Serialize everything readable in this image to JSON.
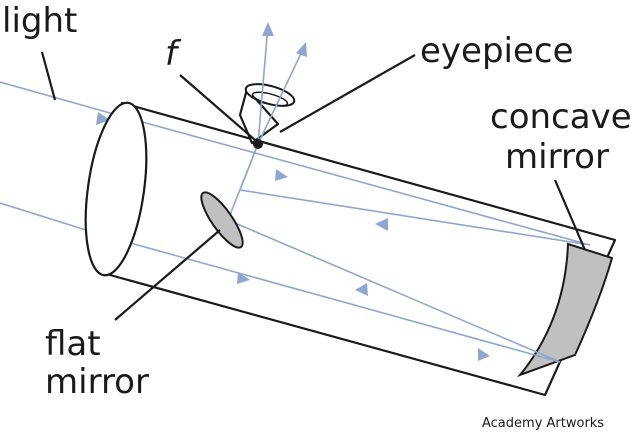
{
  "labels": {
    "light": "light",
    "focal_point": "f",
    "eyepiece": "eyepiece",
    "concave_mirror_line1": "concave",
    "concave_mirror_line2": "mirror",
    "flat_mirror_line1": "flat",
    "flat_mirror_line2": "mirror"
  },
  "credit": "Academy Artworks",
  "colors": {
    "ray": "#8ea6d0",
    "outline": "#1a1a1a",
    "mirror_fill": "#c0c0c0",
    "background": "#ffffff"
  }
}
